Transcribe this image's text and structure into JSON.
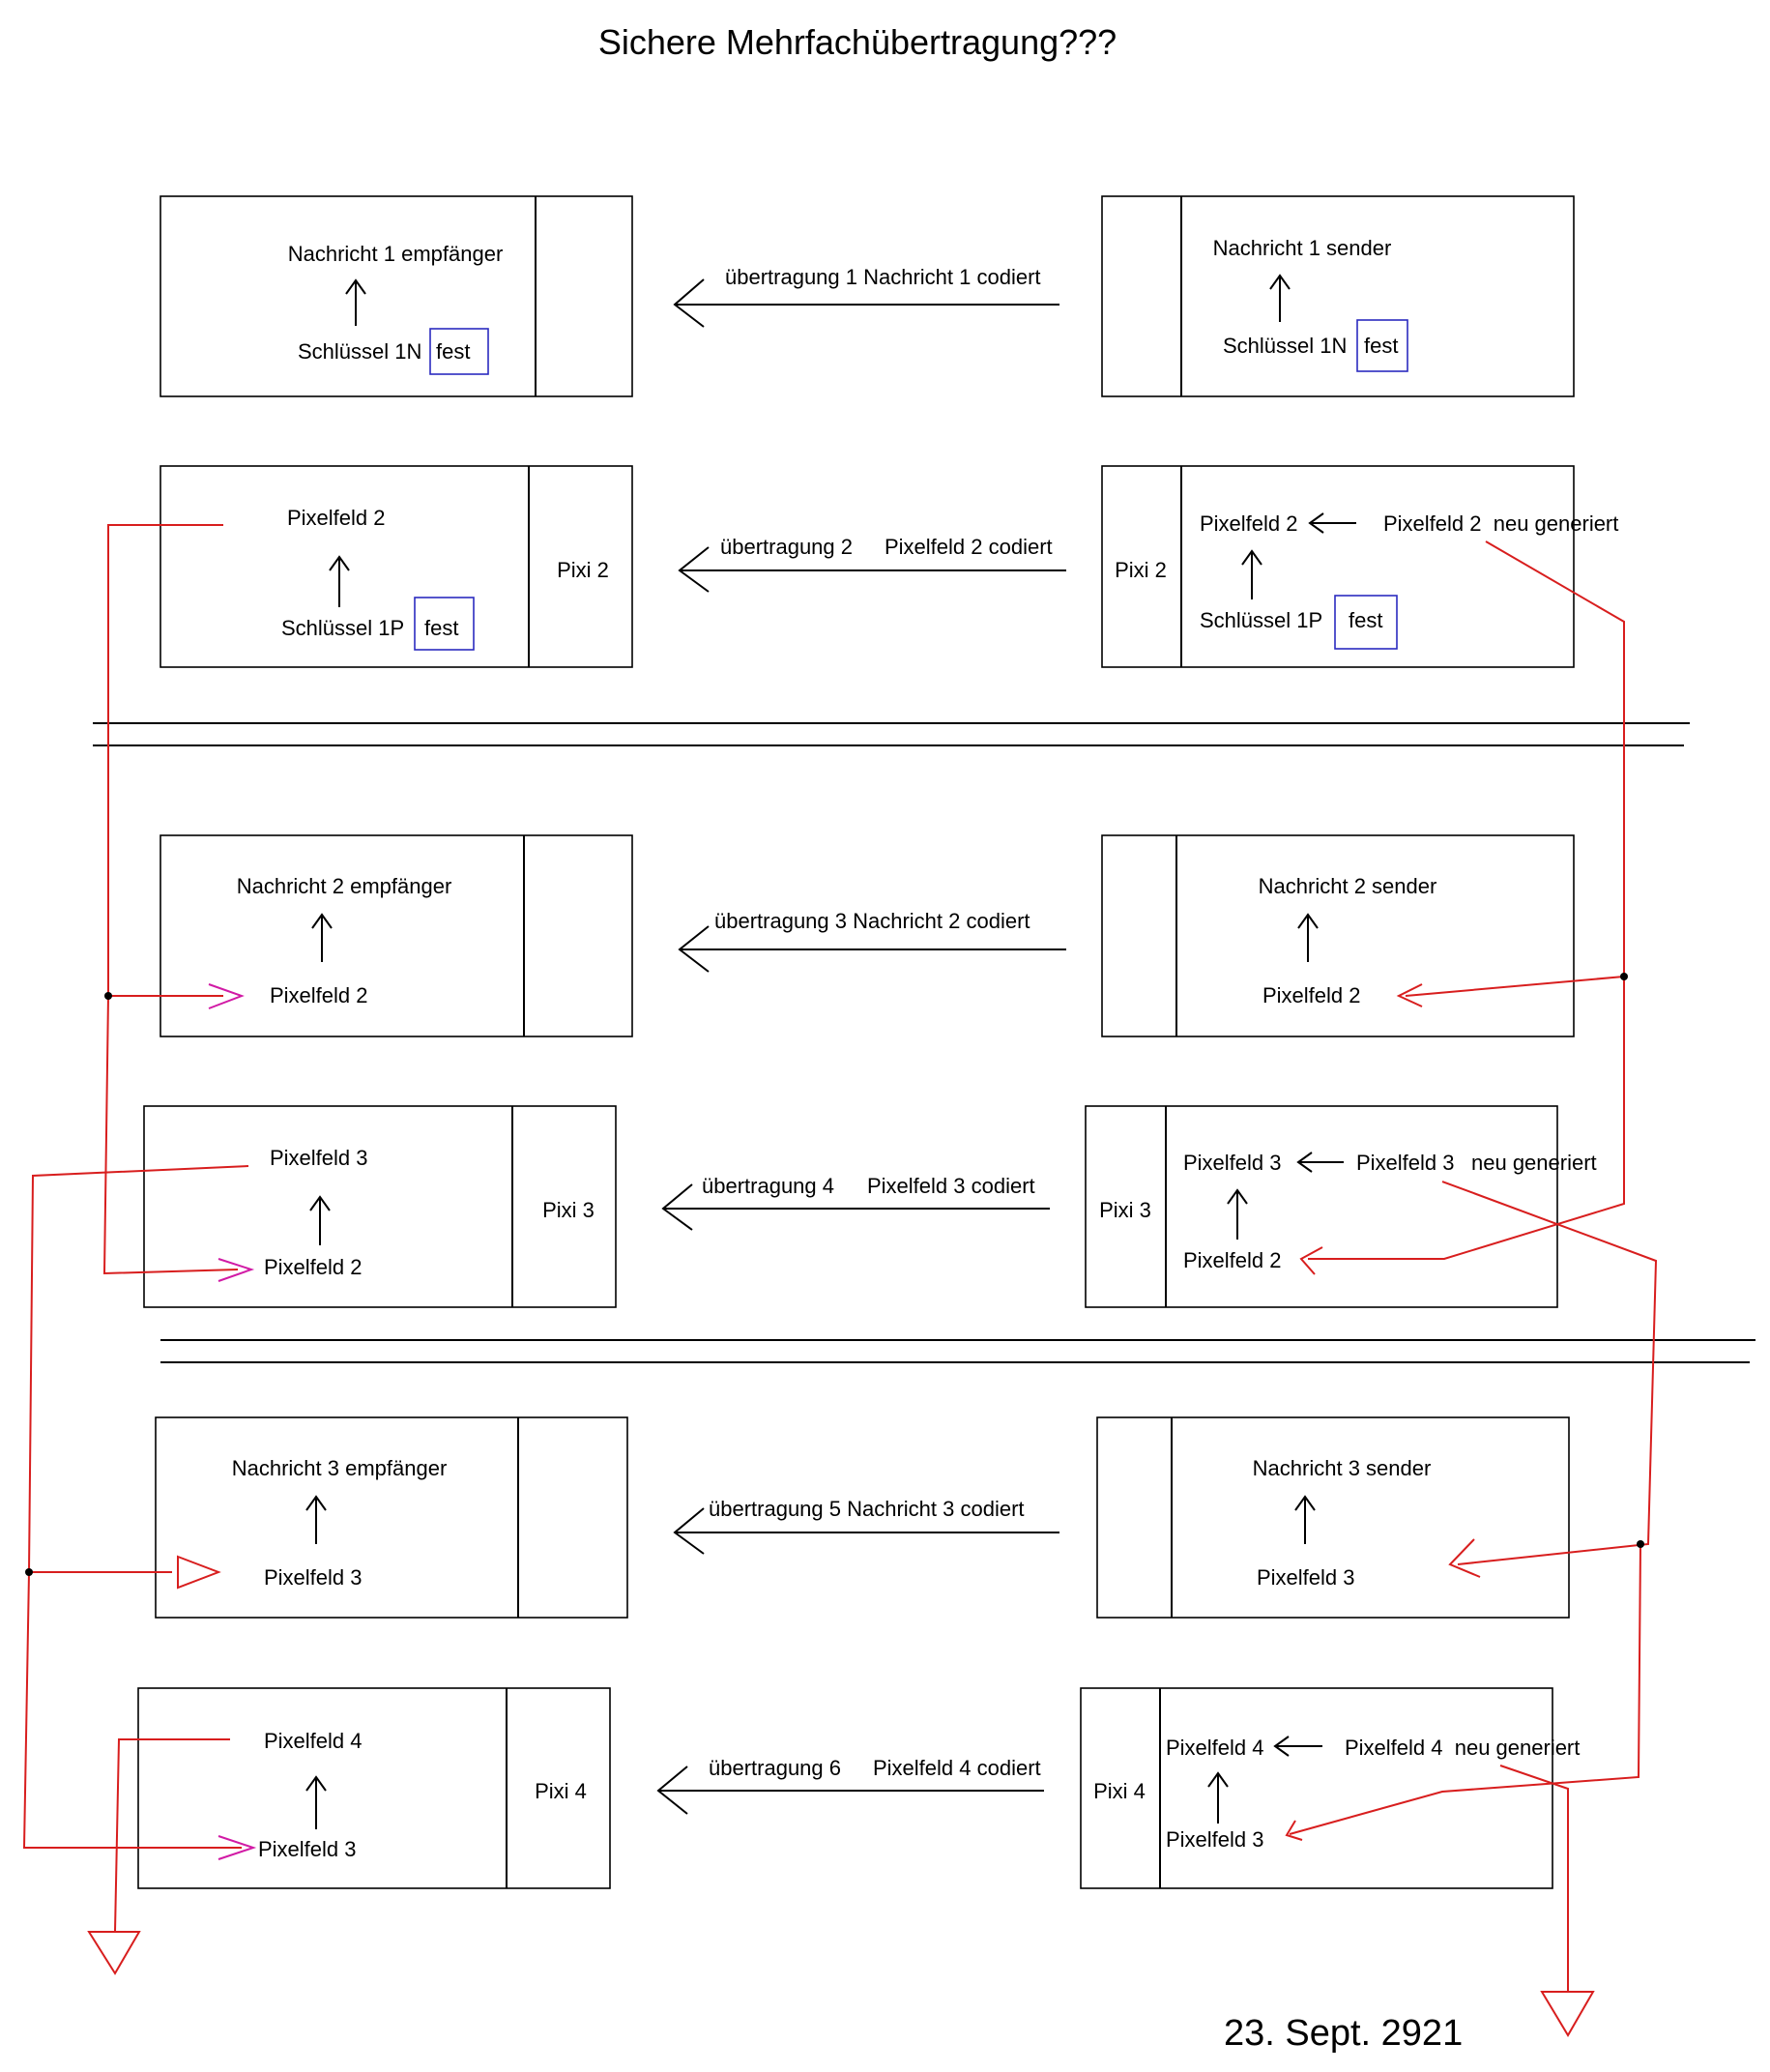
{
  "title": "Sichere Mehrfachübertragung???",
  "date": "23. Sept. 2921",
  "left_boxes": {
    "b1": {
      "top": "Nachricht 1 empfänger",
      "bottom": "Schlüssel 1N",
      "key": "fest",
      "side": ""
    },
    "b2": {
      "top": "Pixelfeld 2",
      "bottom": "Schlüssel 1P",
      "key": "fest",
      "side": "Pixi 2"
    },
    "b3": {
      "top": "Nachricht 2 empfänger",
      "bottom": "Pixelfeld 2",
      "side": ""
    },
    "b4": {
      "top": "Pixelfeld 3",
      "bottom": "Pixelfeld 2",
      "side": "Pixi 3"
    },
    "b5": {
      "top": "Nachricht 3 empfänger",
      "bottom": "Pixelfeld 3",
      "side": ""
    },
    "b6": {
      "top": "Pixelfeld 4",
      "bottom": "Pixelfeld 3",
      "side": "Pixi 4"
    }
  },
  "right_boxes": {
    "b1": {
      "top": "Nachricht 1 sender",
      "bottom": "Schlüssel 1N",
      "key": "fest",
      "side": ""
    },
    "b2": {
      "top": "Pixelfeld 2",
      "gen": "Pixelfeld 2  neu generiert",
      "bottom": "Schlüssel 1P",
      "key": "fest",
      "side": "Pixi 2"
    },
    "b3": {
      "top": "Nachricht 2 sender",
      "bottom": "Pixelfeld 2",
      "side": ""
    },
    "b4": {
      "top": "Pixelfeld 3",
      "gen_a": "Pixelfeld 3",
      "gen_b": "neu generiert",
      "bottom": "Pixelfeld 2",
      "side": "Pixi 3"
    },
    "b5": {
      "top": "Nachricht 3 sender",
      "bottom": "Pixelfeld 3",
      "side": ""
    },
    "b6": {
      "top": "Pixelfeld 4",
      "gen": "Pixelfeld 4  neu generiert",
      "bottom": "Pixelfeld 3",
      "side": "Pixi 4"
    }
  },
  "transfers": {
    "t1": "übertragung 1 Nachricht 1 codiert",
    "t2a": "übertragung 2",
    "t2b": "Pixelfeld 2 codiert",
    "t3": "übertragung 3 Nachricht 2 codiert",
    "t4a": "übertragung 4",
    "t4b": "Pixelfeld 3 codiert",
    "t5": "übertragung 5 Nachricht 3 codiert",
    "t6a": "übertragung 6",
    "t6b": "Pixelfeld 4 codiert"
  },
  "colors": {
    "line": "#000000",
    "flow_red": "#d81e1e",
    "flow_magenta": "#d11aa5",
    "key_box": "#2b2bbf"
  }
}
